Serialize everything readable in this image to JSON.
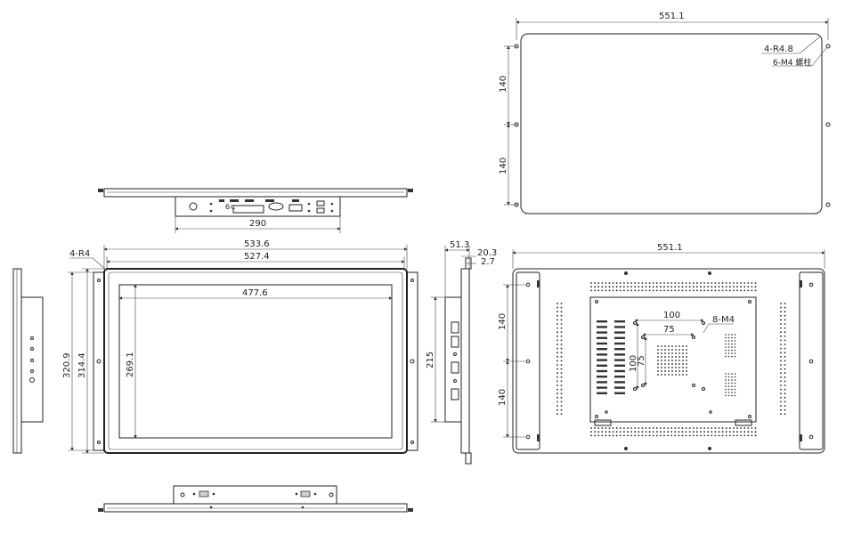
{
  "dimensions": {
    "top_width": "551.1",
    "top_radius": "4-R4.8",
    "top_studs": "6-M4 螺柱",
    "top_v1": "140",
    "top_v2": "140",
    "io_width": "290",
    "front_radius": "4-R4",
    "front_outer": "533.6",
    "front_inner": "527.4",
    "active_width": "477.6",
    "active_height": "269.1",
    "front_h1": "320.9",
    "front_h2": "314.4",
    "side_depth": "51.3",
    "side_d2": "20.3",
    "side_d3": "2.7",
    "side_h": "215",
    "rear_width": "551.1",
    "rear_v1": "140",
    "rear_v2": "140",
    "vesa_100": "100",
    "vesa_75h": "75",
    "vesa_75v": "75",
    "vesa_100v": "100",
    "vesa_screws": "8-M4"
  }
}
